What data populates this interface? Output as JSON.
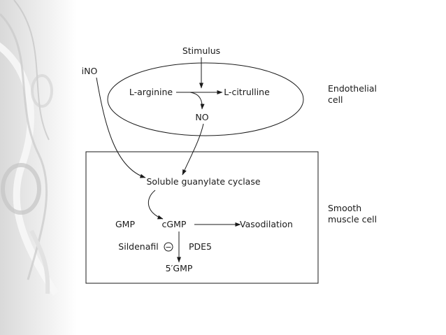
{
  "diagram": {
    "nodes": {
      "stimulus": "Stimulus",
      "ino": "iNO",
      "l_arginine": "L-arginine",
      "l_citrulline": "L-citrulline",
      "no": "NO",
      "soluble_guanylate_cyclase": "Soluble guanylate cyclase",
      "gmp": "GMP",
      "cgmp": "cGMP",
      "vasodilation": "Vasodilation",
      "sildenafil": "Sildenafil",
      "inhibit_sign": "−",
      "pde5": "PDE5",
      "five_gmp": "5′GMP"
    },
    "compartments": {
      "endothelial_line1": "Endothelial",
      "endothelial_line2": "cell",
      "smooth_line1": "Smooth",
      "smooth_line2": "muscle cell"
    }
  }
}
